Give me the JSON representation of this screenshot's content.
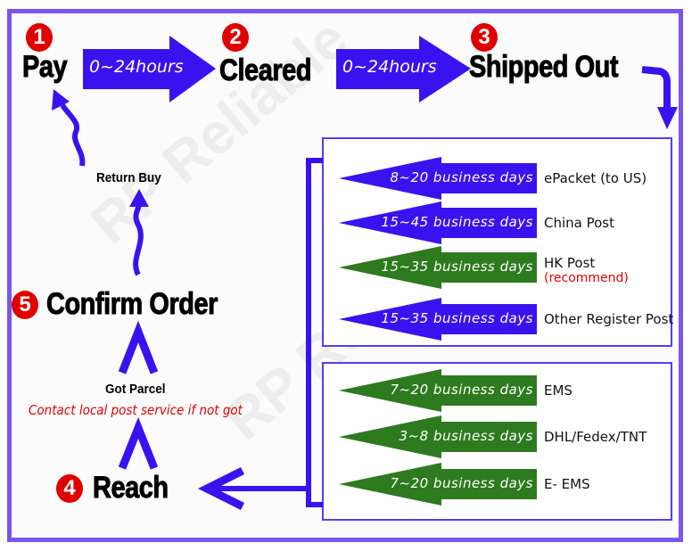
{
  "watermark": "RP Reliable",
  "steps": {
    "pay": {
      "number": "1",
      "label": "Pay"
    },
    "cleared": {
      "number": "2",
      "label": "Cleared"
    },
    "shipped": {
      "number": "3",
      "label": "Shipped Out"
    },
    "reach": {
      "number": "4",
      "label": "Reach"
    },
    "confirm": {
      "number": "5",
      "label": "Confirm Order"
    }
  },
  "durations": {
    "pay_to_cleared": "0~24hours",
    "cleared_to_shipped": "0~24hours"
  },
  "return_buy": "Return Buy",
  "got_parcel": "Got Parcel",
  "contact_note": "Contact local post service if not got",
  "shipping_group_1": [
    {
      "days": "8~20 business days",
      "carrier": "ePacket (to US)",
      "color": "#3a12f0"
    },
    {
      "days": "15~45 business days",
      "carrier": "China Post",
      "color": "#3a12f0"
    },
    {
      "days": "15~35 business days",
      "carrier": "HK Post",
      "note": "(recommend)",
      "color": "#2e7a1f"
    },
    {
      "days": "15~35 business days",
      "carrier": "Other Register Post",
      "color": "#3a12f0"
    }
  ],
  "shipping_group_2": [
    {
      "days": "7~20 business days",
      "carrier": "EMS",
      "color": "#2e7a1f"
    },
    {
      "days": "3~8 business days",
      "carrier": "DHL/Fedex/TNT",
      "color": "#2e7a1f"
    },
    {
      "days": "7~20 business days",
      "carrier": "E- EMS",
      "color": "#2e7a1f"
    }
  ],
  "colors": {
    "accent": "#3a12f0",
    "frame": "#7b55ee",
    "green": "#2e7a1f",
    "red": "#e00000"
  }
}
